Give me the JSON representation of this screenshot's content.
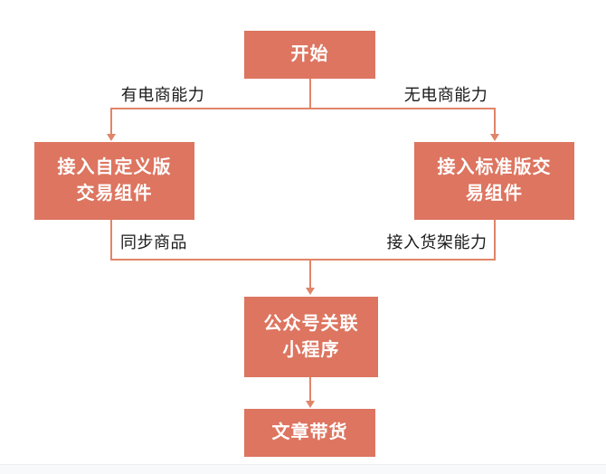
{
  "page": {
    "background": "#ffffff",
    "accent": "#dd7560",
    "line_color": "#e08568",
    "node_text_color": "#ffffff",
    "label_color": "#1a1a1a",
    "footer_strip_color": "#f8f9fa",
    "footer_strip_border": "#efefef"
  },
  "flowchart": {
    "nodes": [
      {
        "id": "start",
        "label": "开始"
      },
      {
        "id": "custom-component",
        "label": "接入自定义版\n交易组件"
      },
      {
        "id": "standard-component",
        "label": "接入标准版交\n易组件"
      },
      {
        "id": "official-account-miniprogram",
        "label": "公众号关联\n小程序"
      },
      {
        "id": "article-sales",
        "label": "文章带货"
      }
    ],
    "edge_labels": [
      {
        "id": "has-ecommerce",
        "label": "有电商能力"
      },
      {
        "id": "no-ecommerce",
        "label": "无电商能力"
      },
      {
        "id": "sync-products",
        "label": "同步商品"
      },
      {
        "id": "shelf-capability",
        "label": "接入货架能力"
      }
    ]
  }
}
